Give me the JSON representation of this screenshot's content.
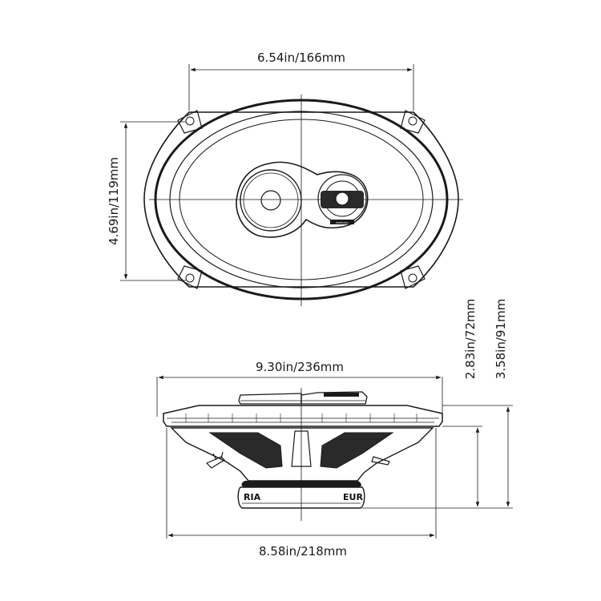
{
  "dimensions": {
    "top_width": "6.54in/166mm",
    "top_height": "4.69in/119mm",
    "overall_width": "9.30in/236mm",
    "basket_width": "8.58in/218mm",
    "mount_depth": "2.83in/72mm",
    "total_depth": "3.58in/91mm"
  },
  "brand": {
    "left_fragment": "RIA",
    "right_fragment": "EUR",
    "tweeter_label": "EUPHORIA"
  },
  "colors": {
    "line": "#1a1a1a",
    "background": "#ffffff"
  }
}
